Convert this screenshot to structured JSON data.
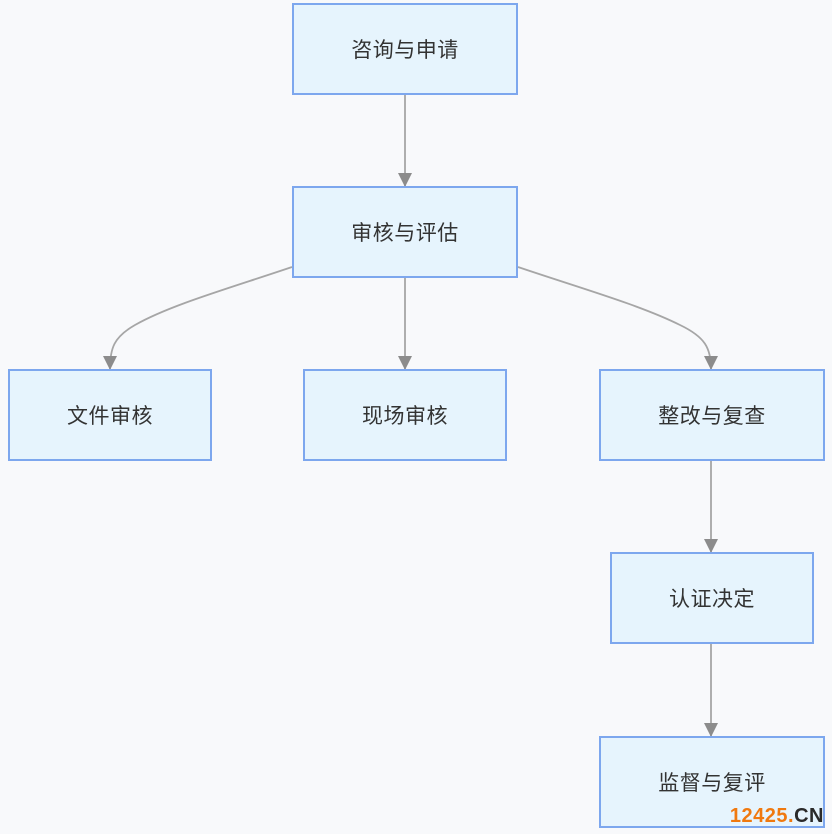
{
  "diagram": {
    "nodes": [
      {
        "id": "consult",
        "label": "咨询与申请"
      },
      {
        "id": "review",
        "label": "审核与评估"
      },
      {
        "id": "doc-review",
        "label": "文件审核"
      },
      {
        "id": "site-review",
        "label": "现场审核"
      },
      {
        "id": "rectify",
        "label": "整改与复查"
      },
      {
        "id": "decision",
        "label": "认证决定"
      },
      {
        "id": "supervise",
        "label": "监督与复评"
      }
    ],
    "edges": [
      {
        "from": "consult",
        "to": "review"
      },
      {
        "from": "review",
        "to": "doc-review"
      },
      {
        "from": "review",
        "to": "site-review"
      },
      {
        "from": "review",
        "to": "rectify"
      },
      {
        "from": "rectify",
        "to": "decision"
      },
      {
        "from": "decision",
        "to": "supervise"
      }
    ]
  },
  "watermark": {
    "number": "12425",
    "dot": ".",
    "tld": "CN"
  },
  "colors": {
    "node_fill": "#e6f4fd",
    "node_border": "#7da7ee",
    "edge": "#a6a6a6",
    "arrowhead": "#8c8c8c",
    "background": "#f8f9fb"
  }
}
